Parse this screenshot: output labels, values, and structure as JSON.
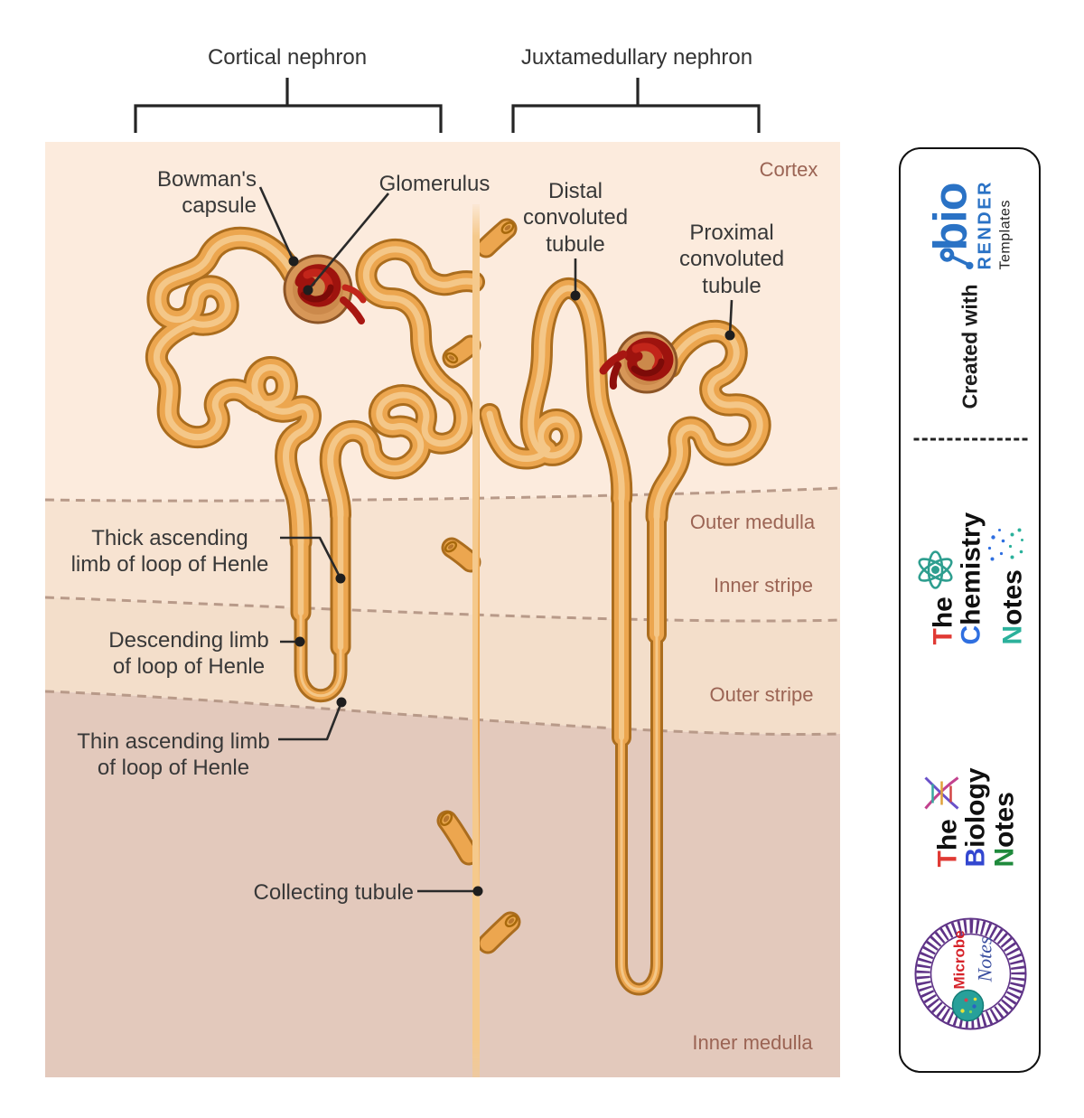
{
  "titles": {
    "cortical": "Cortical nephron",
    "juxtamedullary": "Juxtamedullary nephron"
  },
  "regions": {
    "cortex": "Cortex",
    "outer_medulla": "Outer medulla",
    "inner_stripe": "Inner stripe",
    "outer_stripe": "Outer stripe",
    "inner_medulla": "Inner medulla"
  },
  "labels": {
    "bowmans_capsule": "Bowman's\ncapsule",
    "glomerulus": "Glomerulus",
    "distal_convoluted_tubule": "Distal\nconvoluted\ntubule",
    "proximal_convoluted_tubule": "Proximal\nconvoluted\ntubule",
    "thick_ascending_limb": "Thick ascending\nlimb of loop of Henle",
    "descending_limb": "Descending limb\nof loop of Henle",
    "thin_ascending_limb": "Thin ascending limb\nof loop of Henle",
    "collecting_tubule": "Collecting tubule"
  },
  "sidebar": {
    "created_with": "Created with",
    "biorender": {
      "wordmark": "bio",
      "name": "RENDER",
      "subtitle": "Templates"
    },
    "chemistry_notes": {
      "word1": "The",
      "word2": "Chemistry",
      "word3": "Notes"
    },
    "biology_notes": {
      "word1": "The",
      "word2": "Biology",
      "word3": "Notes"
    },
    "microbe_notes": {
      "word1": "Microbe",
      "word2": "Notes"
    }
  },
  "colors": {
    "tubule": "#eca64f",
    "tubule_outline": "#ab6d1e",
    "tubule_highlight": "#f6cd92",
    "glomerulus_red": "#a81712",
    "bowmans_capsule_fill": "#d79758",
    "cortex_band": "#fcebdd",
    "outer_medulla_band": "#f7e3d1",
    "outer_stripe_band": "#f3deca",
    "inner_medulla_band": "#e3c9bc",
    "region_label": "#9b6454",
    "biorender_blue": "#2a72c5"
  }
}
